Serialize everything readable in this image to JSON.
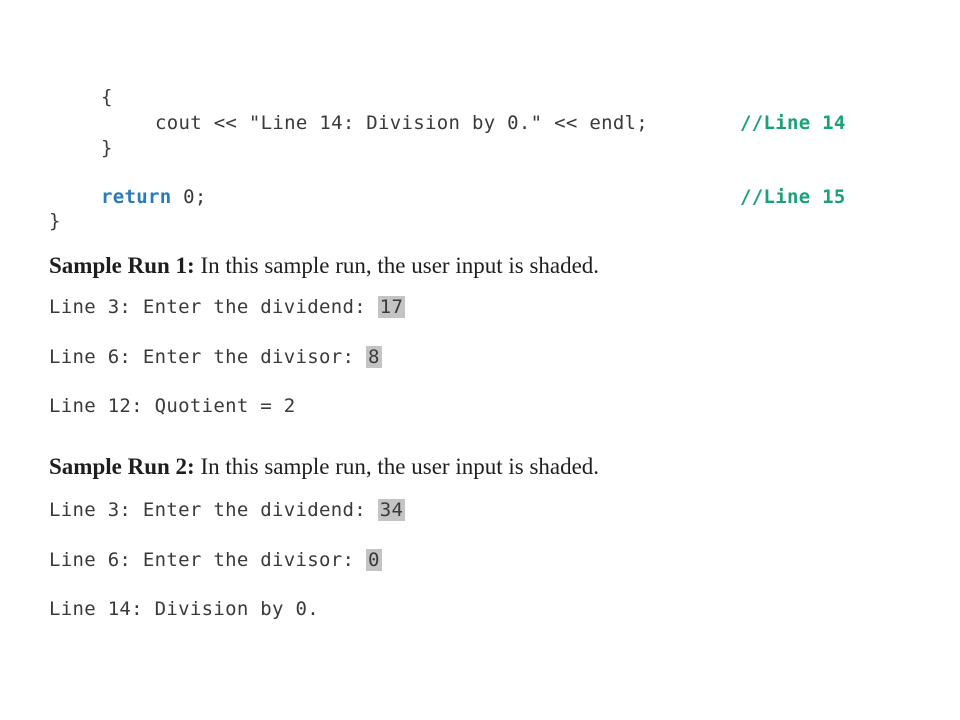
{
  "code": {
    "open_brace": "{",
    "cout_stmt": "cout << \"Line 14: Division by 0.\" << endl;",
    "comment_line14": "//Line 14",
    "close_brace_inner": "}",
    "return_keyword": "return",
    "return_rest": " 0;",
    "comment_line15": "//Line 15",
    "close_brace_outer": "}"
  },
  "run1": {
    "heading_bold": "Sample Run 1:",
    "heading_text": " In this sample run, the user input is shaded.",
    "line1_prompt": "Line 3: Enter the dividend: ",
    "line1_input": "17",
    "line2_prompt": "Line 6: Enter the divisor: ",
    "line2_input": "8",
    "line3": "Line 12: Quotient = 2"
  },
  "run2": {
    "heading_bold": "Sample Run 2:",
    "heading_text": " In this sample run, the user input is shaded.",
    "line1_prompt": "Line 3: Enter the dividend: ",
    "line1_input": "34",
    "line2_prompt": "Line 6: Enter the divisor: ",
    "line2_input": "0",
    "line3": "Line 14: Division by 0."
  },
  "colors": {
    "keyword": "#2a7bbd",
    "comment": "#1aa17a",
    "shade": "#c4c4c4"
  }
}
